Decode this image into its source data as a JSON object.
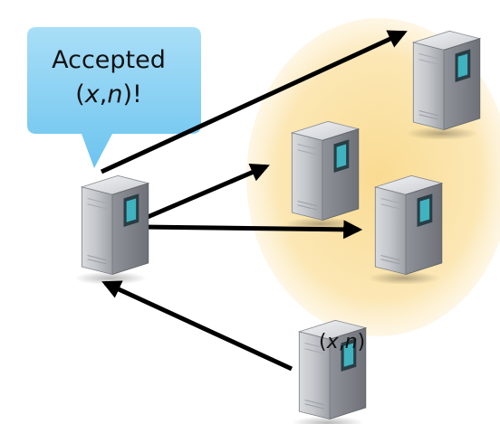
{
  "bubble": {
    "line1": "Accepted",
    "line2_prefix": "(",
    "line2_x": "x",
    "line2_sep": ",",
    "line2_n": "n",
    "line2_suffix": ")!"
  },
  "message_label": {
    "prefix": "(",
    "x": "x",
    "sep": ",",
    "n": "n",
    "suffix": ")"
  },
  "colors": {
    "bubble": "#7fcdf2",
    "quorum_ellipse": "#f9d98c",
    "arrow": "#000000",
    "server_body": "#c9ccd0",
    "server_led": "#2f9aa6"
  },
  "icons": {
    "server": "server-tower-icon"
  }
}
